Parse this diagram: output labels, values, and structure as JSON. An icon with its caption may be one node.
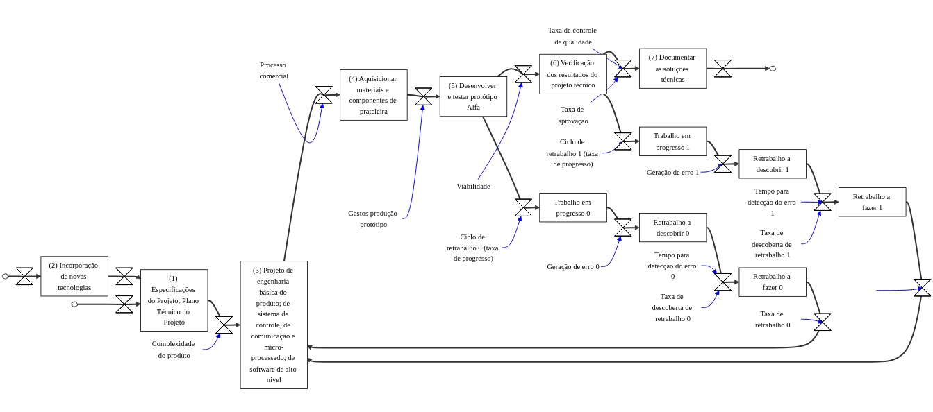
{
  "diagram": {
    "nodes": [
      {
        "text": [],
        "shape": "cloud"
      },
      {
        "text": [],
        "shape": "valve"
      },
      {
        "text": [
          "(2) Incorporação de novas tecnologias"
        ]
      },
      {
        "text": [],
        "shape": "valve"
      },
      {
        "text": [],
        "shape": "cloud"
      },
      {
        "text": [],
        "shape": "valve"
      },
      {
        "text": [
          "(1) Especificações do Projeto; Plano Técnico do Projeto"
        ]
      },
      {
        "text": [],
        "shape": "valve"
      },
      {
        "text": [
          "(3) Projeto de engenharia básica do produto; de sistema de controle, de comunicação e micro-processado; de software de alto nivel"
        ]
      },
      {
        "text": [],
        "shape": "valve"
      },
      {
        "text": [
          "(4) Aquisicionar materiais e componentes de prateleira"
        ]
      },
      {
        "text": [],
        "shape": "valve"
      },
      {
        "text": [
          "(5) Desenvolver e testar protótipo Alfa"
        ]
      },
      {
        "text": [],
        "shape": "valve"
      },
      {
        "text": [
          "(6) Verificação dos resultados do projeto técnico"
        ]
      },
      {
        "text": [],
        "shape": "valve"
      },
      {
        "text": [
          "(7) Documentar as soluções técnicas"
        ]
      },
      {
        "text": [],
        "shape": "valve"
      },
      {
        "text": [],
        "shape": "cloud"
      },
      {
        "text": [
          "Retrabalho a fazer 0"
        ]
      },
      {
        "text": [],
        "shape": "valve"
      },
      {
        "text": [
          "Retrabalho a descobrir 0"
        ]
      },
      {
        "text": [],
        "shape": "valve"
      },
      {
        "text": [
          "Trabalho em progresso 0"
        ]
      },
      {
        "text": [],
        "shape": "valve"
      },
      {
        "text": [],
        "shape": "valve"
      },
      {
        "text": [],
        "shape": "valve"
      },
      {
        "text": [
          "Trabalho em progresso 1"
        ]
      },
      {
        "text": [],
        "shape": "valve"
      },
      {
        "text": [
          "Retrabalho a descobrir 1"
        ]
      },
      {
        "text": [],
        "shape": "valve"
      },
      {
        "text": [
          "Retrabalho a fazer 1"
        ]
      },
      {
        "text": [],
        "shape": "valve"
      },
      {
        "text": [
          "Complexidade do produto"
        ]
      },
      {
        "text": [
          "Processo comercial"
        ]
      },
      {
        "text": [
          "Tempo para detecção do erro 0"
        ]
      },
      {
        "text": [
          "Taxa de descoberta de retrabalho 0"
        ]
      },
      {
        "text": [
          "Taxa de retrabalho 0"
        ]
      },
      {
        "text": [
          "Geração de erro 0"
        ]
      },
      {
        "text": [
          "Ciclo de retrabalho 0 (taxa de progresso)"
        ]
      },
      {
        "text": [
          "Taxa de controle de qualidade"
        ]
      },
      {
        "text": [
          "Taxa de aprovação"
        ]
      },
      {
        "text": [
          "Gastos produção protótipo"
        ]
      },
      {
        "text": [
          "Viabilidade"
        ]
      },
      {
        "text": [
          "Ciclo de retrabalho 1 (taxa de progresso)"
        ]
      },
      {
        "text": [
          "Geração de erro 1"
        ]
      },
      {
        "text": [
          "Tempo para detecção do erro 1"
        ]
      },
      {
        "text": [
          "Taxa de descoberta de retrabalho 1"
        ]
      }
    ],
    "edges": [
      {
        "from": 0,
        "to": 1,
        "arrow": "none"
      },
      {
        "from": 1,
        "to": 2,
        "arrow": "to"
      },
      {
        "from": 2,
        "to": 3,
        "arrow": "none"
      },
      {
        "from": 3,
        "to": 6,
        "arrow": "to"
      },
      {
        "from": 4,
        "to": 5,
        "arrow": "none"
      },
      {
        "from": 5,
        "to": 6,
        "arrow": "to"
      },
      {
        "from": 6,
        "to": 7,
        "arrow": "none"
      },
      {
        "from": 7,
        "to": 8,
        "arrow": "to"
      },
      {
        "from": 8,
        "to": 9,
        "arrow": "none"
      },
      {
        "from": 9,
        "to": 10,
        "arrow": "to"
      },
      {
        "from": 10,
        "to": 11,
        "arrow": "none"
      },
      {
        "from": 11,
        "to": 12,
        "arrow": "to"
      },
      {
        "from": 12,
        "to": 13,
        "arrow": "none"
      },
      {
        "from": 13,
        "to": 14,
        "arrow": "to"
      },
      {
        "from": 14,
        "to": 15,
        "arrow": "none"
      },
      {
        "from": 15,
        "to": 16,
        "arrow": "to"
      },
      {
        "from": 16,
        "to": 17,
        "arrow": "none"
      },
      {
        "from": 17,
        "to": 18,
        "arrow": "to"
      },
      {
        "from": 19,
        "to": 20,
        "arrow": "none"
      },
      {
        "from": 20,
        "to": 8,
        "arrow": "to"
      },
      {
        "from": 21,
        "to": 22,
        "arrow": "none"
      },
      {
        "from": 22,
        "to": 19,
        "arrow": "to"
      },
      {
        "from": 23,
        "to": 24,
        "arrow": "none"
      },
      {
        "from": 24,
        "to": 21,
        "arrow": "to"
      },
      {
        "from": 12,
        "to": 25,
        "arrow": "none"
      },
      {
        "from": 25,
        "to": 23,
        "arrow": "to"
      },
      {
        "from": 14,
        "to": 26,
        "arrow": "none"
      },
      {
        "from": 26,
        "to": 27,
        "arrow": "to"
      },
      {
        "from": 27,
        "to": 28,
        "arrow": "none"
      },
      {
        "from": 28,
        "to": 29,
        "arrow": "to"
      },
      {
        "from": 29,
        "to": 30,
        "arrow": "none"
      },
      {
        "from": 30,
        "to": 31,
        "arrow": "to"
      },
      {
        "from": 31,
        "to": 32,
        "arrow": "none"
      },
      {
        "from": 32,
        "to": 8,
        "arrow": "to"
      },
      {
        "from": 33,
        "to": 7,
        "arrow": "to",
        "color": "#0000ff"
      },
      {
        "from": 34,
        "to": 9,
        "arrow": "to",
        "color": "#0000ff"
      },
      {
        "from": 35,
        "to": 22,
        "arrow": "to",
        "color": "#0000ff"
      },
      {
        "from": 36,
        "to": 22,
        "arrow": "to",
        "color": "#0000ff"
      },
      {
        "from": 37,
        "to": 20,
        "arrow": "to",
        "color": "#0000ff"
      },
      {
        "from": 38,
        "to": 24,
        "arrow": "to",
        "color": "#0000ff"
      },
      {
        "from": 39,
        "to": 25,
        "arrow": "to",
        "color": "#0000ff"
      },
      {
        "from": 40,
        "to": 15,
        "arrow": "to",
        "color": "#0000ff"
      },
      {
        "from": 41,
        "to": 15,
        "arrow": "to",
        "color": "#0000ff"
      },
      {
        "from": 42,
        "to": 11,
        "arrow": "to",
        "color": "#0000ff"
      },
      {
        "from": 43,
        "to": 13,
        "arrow": "to",
        "color": "#0000ff"
      },
      {
        "from": 44,
        "to": 26,
        "arrow": "to",
        "color": "#0000ff"
      },
      {
        "from": 45,
        "to": 28,
        "arrow": "to",
        "color": "#0000ff"
      },
      {
        "from": 46,
        "to": 30,
        "arrow": "to",
        "color": "#0000ff"
      },
      {
        "from": 47,
        "to": 30,
        "arrow": "to",
        "color": "#0000ff"
      },
      {
        "from": null,
        "to": 32,
        "arrow": "to",
        "color": "#0000ff"
      }
    ]
  }
}
